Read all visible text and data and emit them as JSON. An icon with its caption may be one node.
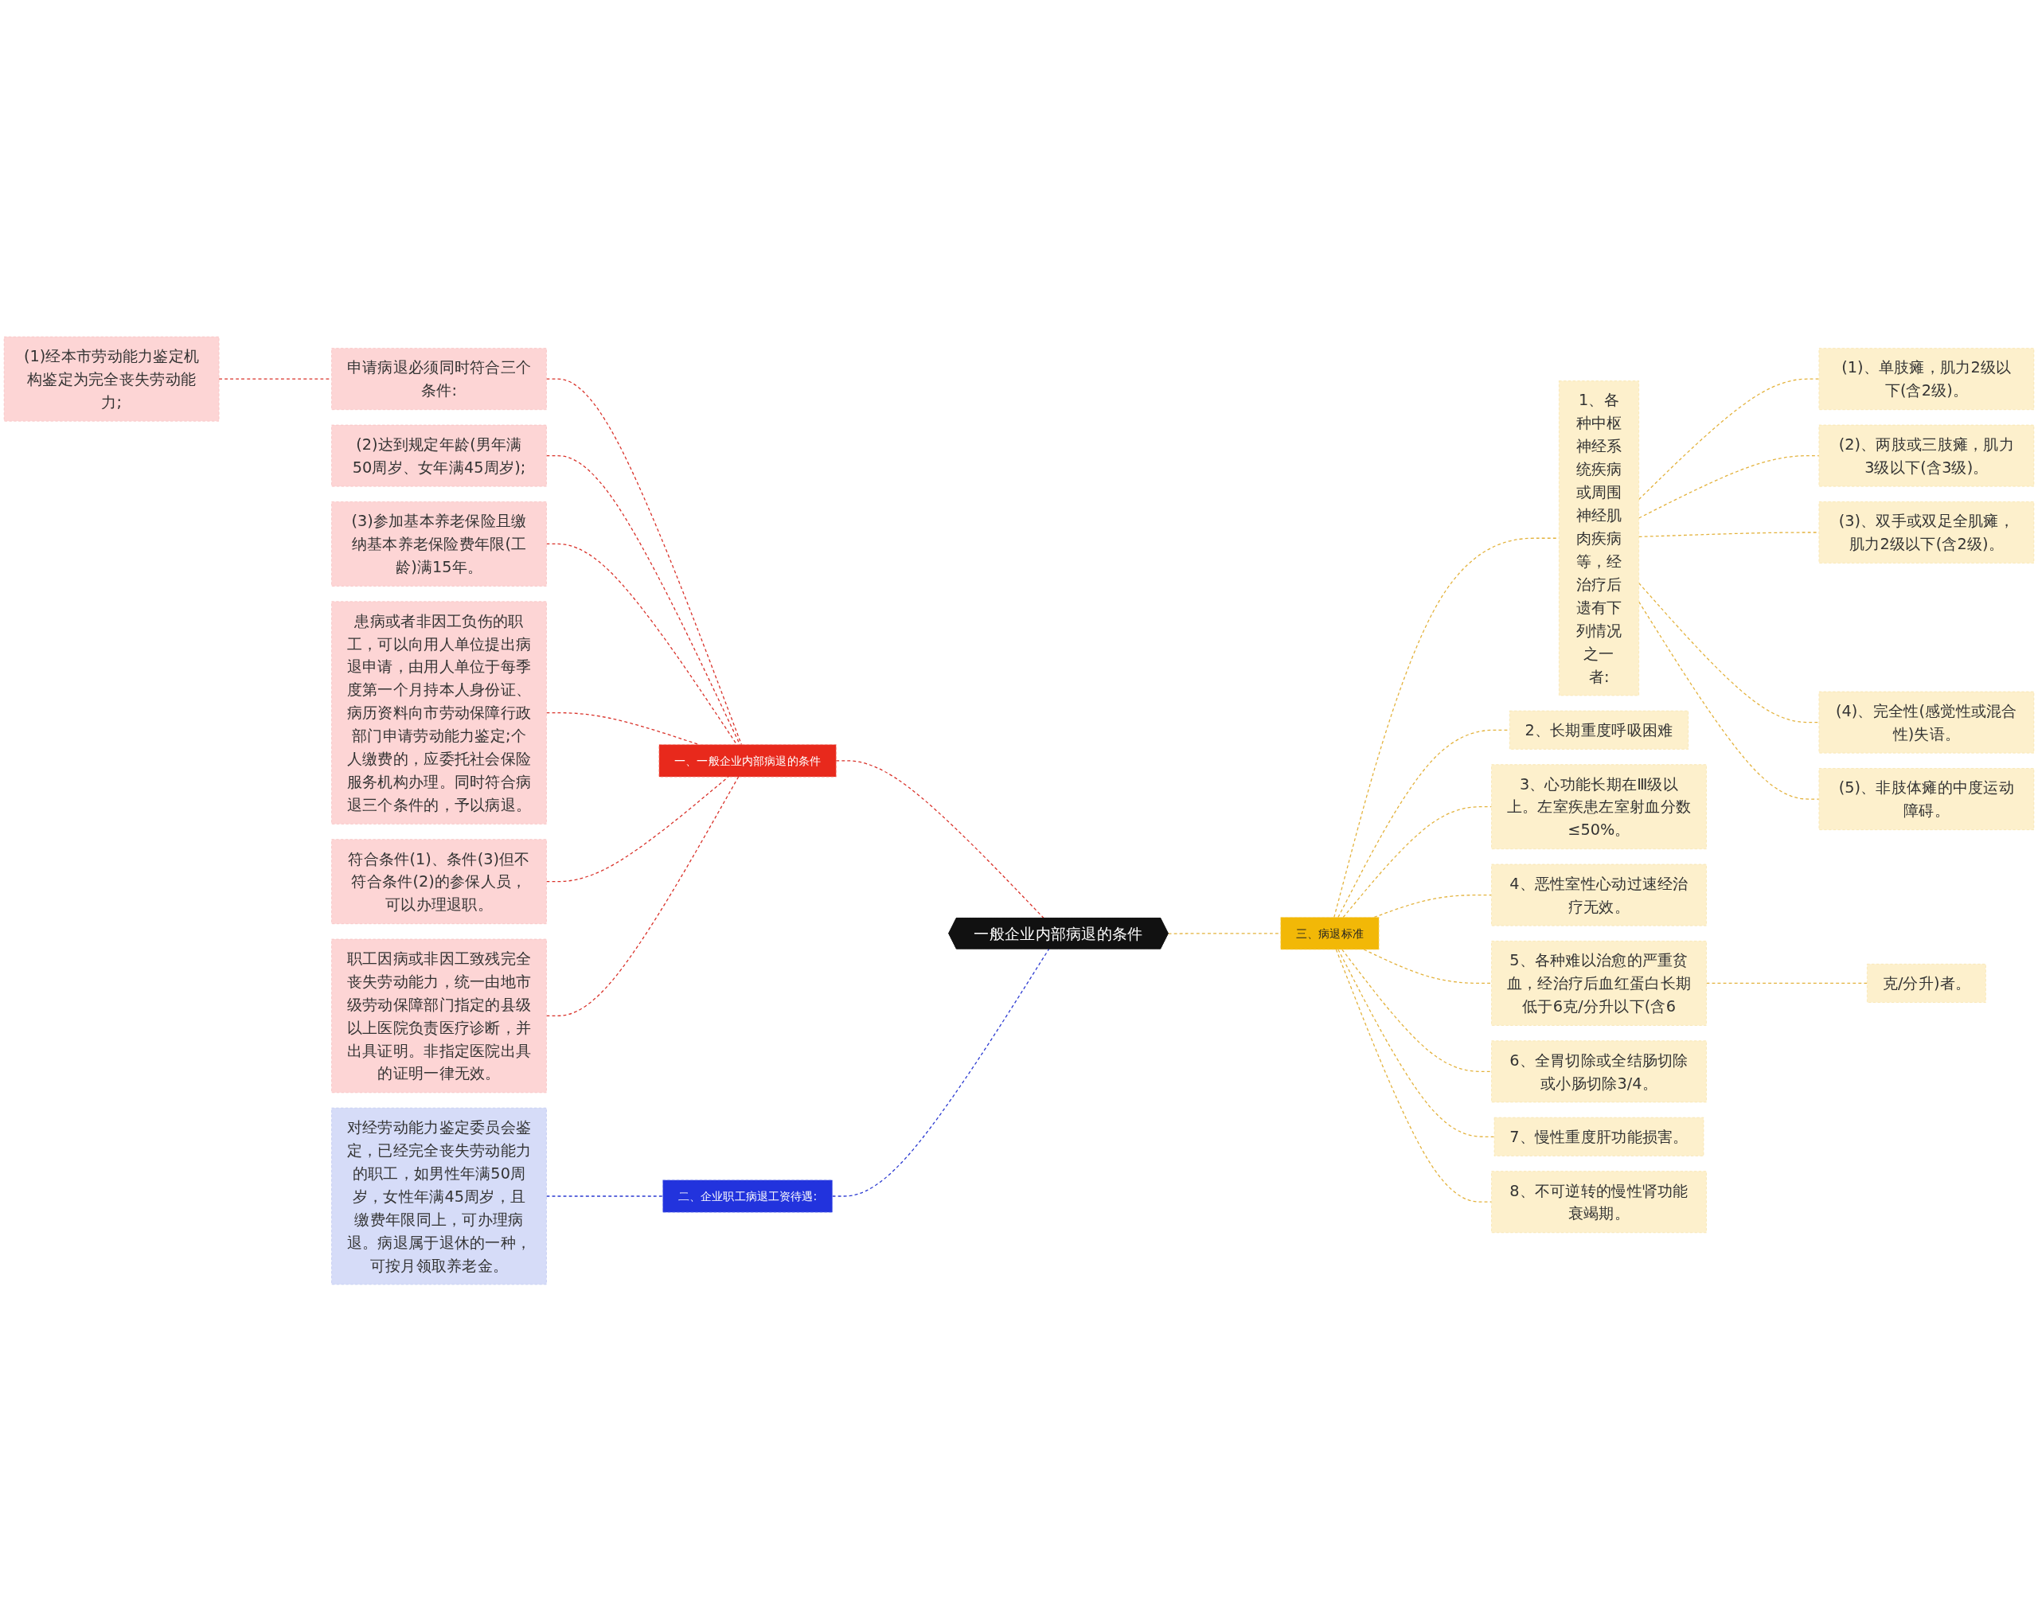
{
  "diagram": {
    "nodes": [
      {
        "text": [
          "一般企业内部病退的条件"
        ]
      },
      {
        "text": [
          "一、一般企业内部病退的条件"
        ]
      },
      {
        "text": [
          "申请病退必须同时符合三个条件:"
        ]
      },
      {
        "text": [
          "(1)经本市劳动能力鉴定机构鉴定为完全丧失劳动能力;"
        ]
      },
      {
        "text": [
          "(2)达到规定年龄(男年满50周岁、女年满45周岁);"
        ]
      },
      {
        "text": [
          "(3)参加基本养老保险且缴纳基本养老保险费年限(工龄)满15年。"
        ]
      },
      {
        "text": [
          "患病或者非因工负伤的职工，可以向用人单位提出病退申请，由用人单位于每季度第一个月持本人身份证、病历资料向市劳动保障行政部门申请劳动能力鉴定;个人缴费的，应委托社会保险服务机构办理。同时符合病退三个条件的，予以病退。"
        ]
      },
      {
        "text": [
          "符合条件(1)、条件(3)但不符合条件(2)的参保人员，可以办理退职。"
        ]
      },
      {
        "text": [
          "职工因病或非因工致残完全丧失劳动能力，统一由地市级劳动保障部门指定的县级以上医院负责医疗诊断，并出具证明。非指定医院出具的证明一律无效。"
        ]
      },
      {
        "text": [
          "二、企业职工病退工资待遇:"
        ]
      },
      {
        "text": [
          "对经劳动能力鉴定委员会鉴定，已经完全丧失劳动能力的职工，如男性年满50周岁，女性年满45周岁，且缴费年限同上，可办理病退。病退属于退休的一种，可按月领取养老金。"
        ]
      },
      {
        "text": [
          "三、病退标准"
        ]
      },
      {
        "text": [
          "1、各种中枢神经系统疾病或周围神经肌肉疾病等，经治疗后遗有下列情况之一者:"
        ]
      },
      {
        "text": [
          "(1)、单肢瘫，肌力2级以下(含2级)。"
        ]
      },
      {
        "text": [
          "(2)、两肢或三肢瘫，肌力3级以下(含3级)。"
        ]
      },
      {
        "text": [
          "(3)、双手或双足全肌瘫，肌力2级以下(含2级)。"
        ]
      },
      {
        "text": [
          "(4)、完全性(感觉性或混合性)失语。"
        ]
      },
      {
        "text": [
          "(5)、非肢体瘫的中度运动障碍。"
        ]
      },
      {
        "text": [
          "2、长期重度呼吸困难"
        ]
      },
      {
        "text": [
          "3、心功能长期在Ⅲ级以上。左室疾患左室射血分数≤50%。"
        ]
      },
      {
        "text": [
          "4、恶性室性心动过速经治疗无效。"
        ]
      },
      {
        "text": [
          "5、各种难以治愈的严重贫血，经治疗后血红蛋白长期低于6克/分升以下(含6"
        ]
      },
      {
        "text": [
          "克/分升)者。"
        ]
      },
      {
        "text": [
          "6、全胃切除或全结肠切除或小肠切除3/4。"
        ]
      },
      {
        "text": [
          "7、慢性重度肝功能损害。"
        ]
      },
      {
        "text": [
          "8、不可逆转的慢性肾功能衰竭期。"
        ]
      }
    ],
    "edges": [
      {
        "from": 0,
        "to": 1,
        "arrow": "none",
        "style": "dashed",
        "color": "#d9322a"
      },
      {
        "from": 1,
        "to": 2,
        "arrow": "none",
        "style": "dashed",
        "color": "#d9322a"
      },
      {
        "from": 2,
        "to": 3,
        "arrow": "none",
        "style": "dashed",
        "color": "#d9322a"
      },
      {
        "from": 1,
        "to": 4,
        "arrow": "none",
        "style": "dashed",
        "color": "#d9322a"
      },
      {
        "from": 1,
        "to": 5,
        "arrow": "none",
        "style": "dashed",
        "color": "#d9322a"
      },
      {
        "from": 1,
        "to": 6,
        "arrow": "none",
        "style": "dashed",
        "color": "#d9322a"
      },
      {
        "from": 1,
        "to": 7,
        "arrow": "none",
        "style": "dashed",
        "color": "#d9322a"
      },
      {
        "from": 1,
        "to": 8,
        "arrow": "none",
        "style": "dashed",
        "color": "#d9322a"
      },
      {
        "from": 0,
        "to": 9,
        "arrow": "none",
        "style": "dashed",
        "color": "#2b3ad1"
      },
      {
        "from": 9,
        "to": 10,
        "arrow": "none",
        "style": "dashed",
        "color": "#2b3ad1"
      },
      {
        "from": 0,
        "to": 11,
        "arrow": "none",
        "style": "dashed"
      },
      {
        "from": 11,
        "to": 12,
        "arrow": "none",
        "style": "dashed"
      },
      {
        "from": 12,
        "to": 13,
        "arrow": "none",
        "style": "dashed"
      },
      {
        "from": 12,
        "to": 14,
        "arrow": "none",
        "style": "dashed"
      },
      {
        "from": 12,
        "to": 15,
        "arrow": "none",
        "style": "dashed"
      },
      {
        "from": 12,
        "to": 16,
        "arrow": "none",
        "style": "dashed"
      },
      {
        "from": 12,
        "to": 17,
        "arrow": "none",
        "style": "dashed"
      },
      {
        "from": 11,
        "to": 18,
        "arrow": "none",
        "style": "dashed"
      },
      {
        "from": 11,
        "to": 19,
        "arrow": "none",
        "style": "dashed"
      },
      {
        "from": 11,
        "to": 20,
        "arrow": "none",
        "style": "dashed"
      },
      {
        "from": 11,
        "to": 21,
        "arrow": "none",
        "style": "dashed"
      },
      {
        "from": 21,
        "to": 22,
        "arrow": "none",
        "style": "dashed"
      },
      {
        "from": 11,
        "to": 23,
        "arrow": "none",
        "style": "dashed"
      },
      {
        "from": 11,
        "to": 24,
        "arrow": "none",
        "style": "dashed"
      },
      {
        "from": 11,
        "to": 25,
        "arrow": "none",
        "style": "dashed"
      }
    ]
  }
}
